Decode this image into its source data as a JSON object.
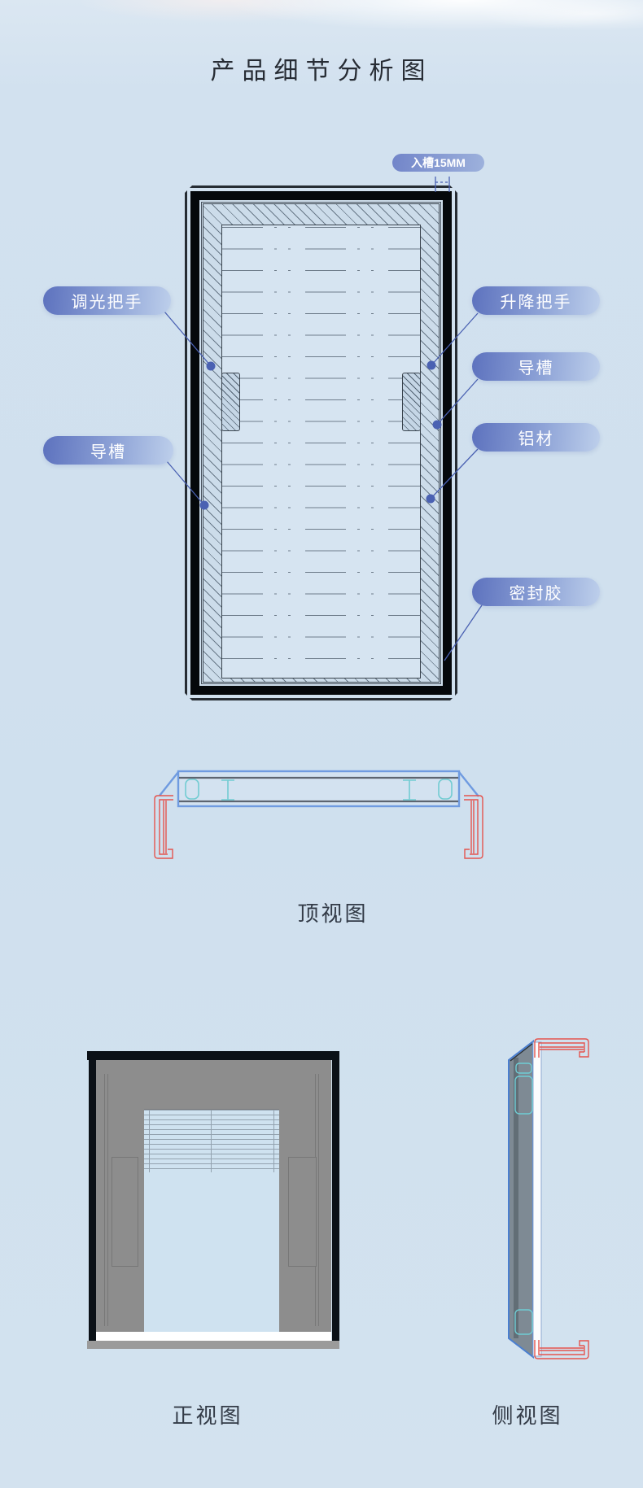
{
  "page": {
    "title": "产品细节分析图"
  },
  "diagram": {
    "dimension_badge": "入槽15MM",
    "callouts_left": [
      {
        "label": "调光把手"
      },
      {
        "label": "导槽"
      }
    ],
    "callouts_right": [
      {
        "label": "升降把手"
      },
      {
        "label": "导槽"
      },
      {
        "label": "铝材"
      },
      {
        "label": "密封胶"
      }
    ]
  },
  "views": {
    "top": "顶视图",
    "front": "正视图",
    "side": "侧视图"
  },
  "colors": {
    "background": "#cfe0ee",
    "accent_leader": "#4a61b2",
    "pill_dark": "#5d72be",
    "pill_light": "#bdcfeb",
    "frame_black": "#0b1117",
    "panel_gray": "#8d8d8d",
    "profile_red": "#e4544e",
    "profile_teal": "#6fcdd4",
    "profile_blue": "#5b8fd6"
  }
}
